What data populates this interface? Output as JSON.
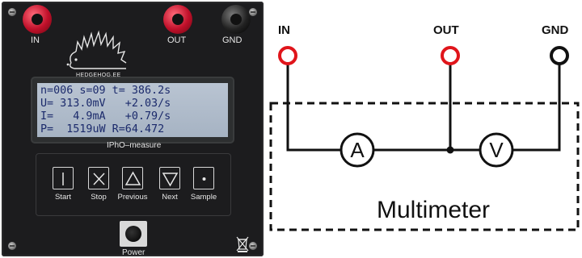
{
  "device": {
    "terminals": [
      {
        "label": "IN",
        "color": "red"
      },
      {
        "label": "OUT",
        "color": "red"
      },
      {
        "label": "GND",
        "color": "black"
      }
    ],
    "logo_text": "HEDGEHOG.EE",
    "lcd_lines": [
      "n=006 s=09 t= 386.2s",
      "U= 313.0mV   +2.03/s",
      "I=   4.9mA   +0.79/s",
      "P=  1519uW R=64.472"
    ],
    "device_name": "IPhO–measure",
    "keys": [
      {
        "label": "Start",
        "icon": "bar-icon"
      },
      {
        "label": "Stop",
        "icon": "cross-icon"
      },
      {
        "label": "Previous",
        "icon": "up-triangle-icon"
      },
      {
        "label": "Next",
        "icon": "down-triangle-icon"
      },
      {
        "label": "Sample",
        "icon": "dot-icon"
      }
    ],
    "power_label": "Power",
    "jack_red": "#c0102a",
    "lcd_text_color": "#1b2a6b"
  },
  "diagram": {
    "terminals": [
      "IN",
      "OUT",
      "GND"
    ],
    "ammeter": "A",
    "voltmeter": "V",
    "box_label": "Multimeter",
    "terminal_color": "#e0151b"
  }
}
